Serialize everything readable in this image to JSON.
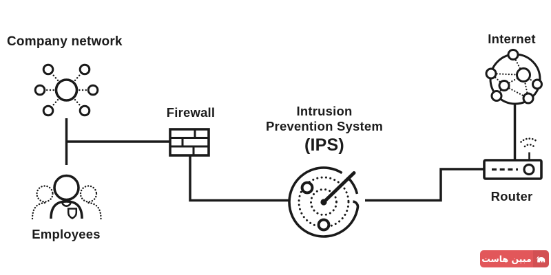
{
  "diagram": {
    "background_color": "#ffffff",
    "line_color": "#1a1a1a",
    "labels": {
      "company_network": "Company network",
      "employees": "Employees",
      "firewall": "Firewall",
      "ips_title_line1": "Intrusion",
      "ips_title_line2": "Prevention System",
      "ips_abbr": "(IPS)",
      "internet": "Internet",
      "router": "Router"
    },
    "icons": [
      {
        "name": "network-hub-icon",
        "represents": "Company network"
      },
      {
        "name": "employees-icon",
        "represents": "Employees"
      },
      {
        "name": "firewall-brick-icon",
        "represents": "Firewall"
      },
      {
        "name": "ips-radar-icon",
        "represents": "Intrusion Prevention System (IPS)"
      },
      {
        "name": "internet-globe-icon",
        "represents": "Internet"
      },
      {
        "name": "router-icon",
        "represents": "Router"
      },
      {
        "name": "wifi-signal-icon",
        "represents": "Router wireless signal"
      }
    ],
    "connections": [
      "company-network to junction",
      "junction to firewall",
      "junction to employees",
      "firewall to ips",
      "ips to router",
      "internet to router"
    ]
  },
  "watermark": {
    "text": "مبین هاست",
    "background_color": "#e2575a",
    "text_color": "#ffffff",
    "icon": "mobinhost-logo-icon"
  }
}
